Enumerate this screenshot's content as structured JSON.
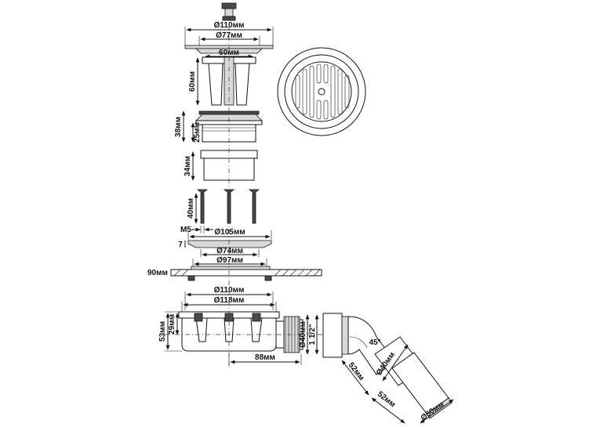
{
  "labels": {
    "d110_top": "Ø110мм",
    "d77": "Ø77мм",
    "w60": "60мм",
    "h60": "60мм",
    "h38": "38мм",
    "h25": "25мм",
    "h34": "34мм",
    "h40": "40мм",
    "m5": "M5",
    "d105": "Ø105мм",
    "h7": "7",
    "d74": "Ø74мм",
    "d97": "Ø97мм",
    "t90": "90мм",
    "d110_bottom": "Ø110мм",
    "d118": "Ø118мм",
    "h53": "53мм",
    "h29": "29мм",
    "l88": "88мм",
    "d40_outlet": "Ø40мм",
    "thread": "1 1/2\"",
    "angle45": "45°",
    "d40_elbow": "Ø40мм",
    "l52_a": "52мм",
    "l52_b": "52мм",
    "d50": "Ø50мм"
  }
}
